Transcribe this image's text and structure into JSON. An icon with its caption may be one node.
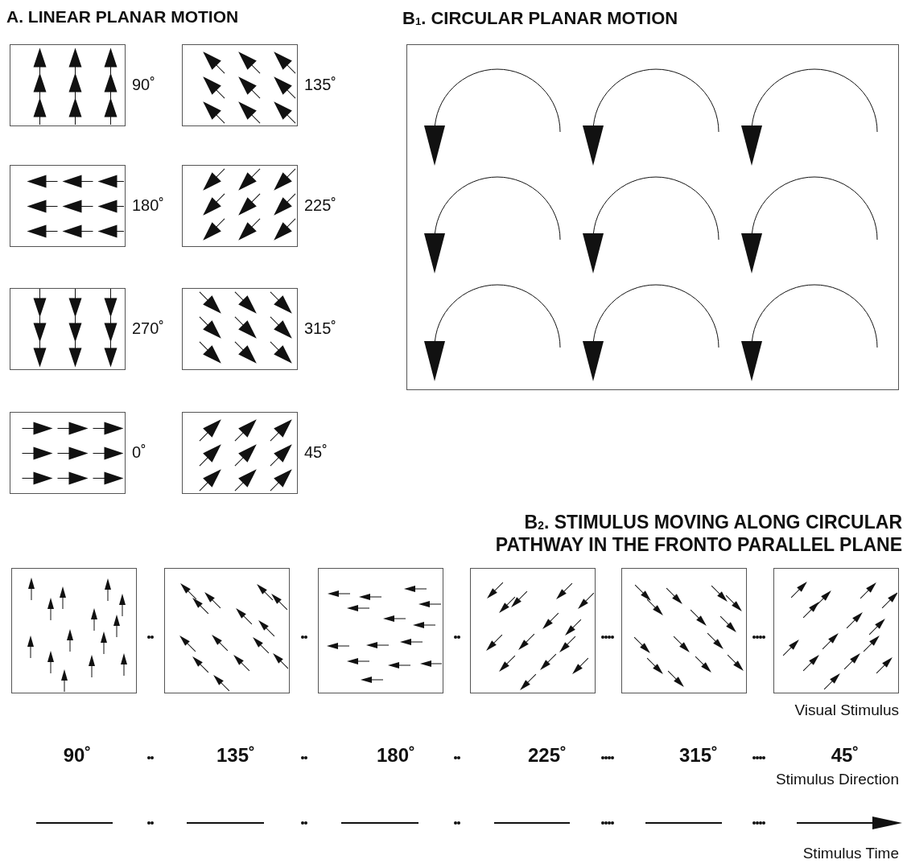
{
  "diagram": {
    "nodes": [
      {
        "text": [],
        "shape": "box",
        "beside": [
          "90˚"
        ]
      },
      {
        "text": [],
        "shape": "box",
        "beside": [
          "135˚"
        ]
      },
      {
        "text": [],
        "shape": "box",
        "beside": [
          "180˚"
        ]
      },
      {
        "text": [],
        "shape": "box",
        "beside": [
          "225˚"
        ]
      },
      {
        "text": [],
        "shape": "box",
        "beside": [
          "270˚"
        ]
      },
      {
        "text": [],
        "shape": "box",
        "beside": [
          "315˚"
        ]
      },
      {
        "text": [],
        "shape": "box",
        "beside": [
          "0˚"
        ]
      },
      {
        "text": [],
        "shape": "box",
        "beside": [
          "45˚"
        ]
      },
      {
        "text": [],
        "shape": "box"
      },
      {
        "text": [],
        "shape": "box"
      },
      {
        "text": [],
        "shape": "box"
      },
      {
        "text": [],
        "shape": "box"
      },
      {
        "text": [],
        "shape": "box"
      },
      {
        "text": [],
        "shape": "box"
      },
      {
        "text": [],
        "shape": "box"
      }
    ],
    "labels": [
      "A. LINEAR PLANAR MOTION",
      "B$_{1}$. CIRCULAR PLANAR MOTION",
      "B$_{2}$. STIMULUS MOVING ALONG CIRCULAR PATHWAY IN THE FRONTO PARALLEL PLANE",
      "Visual Stimulus",
      "90˚",
      "135˚",
      "180˚",
      "225˚",
      "315˚",
      "45˚",
      "Stimulus Direction",
      "Stimulus Time"
    ]
  }
}
